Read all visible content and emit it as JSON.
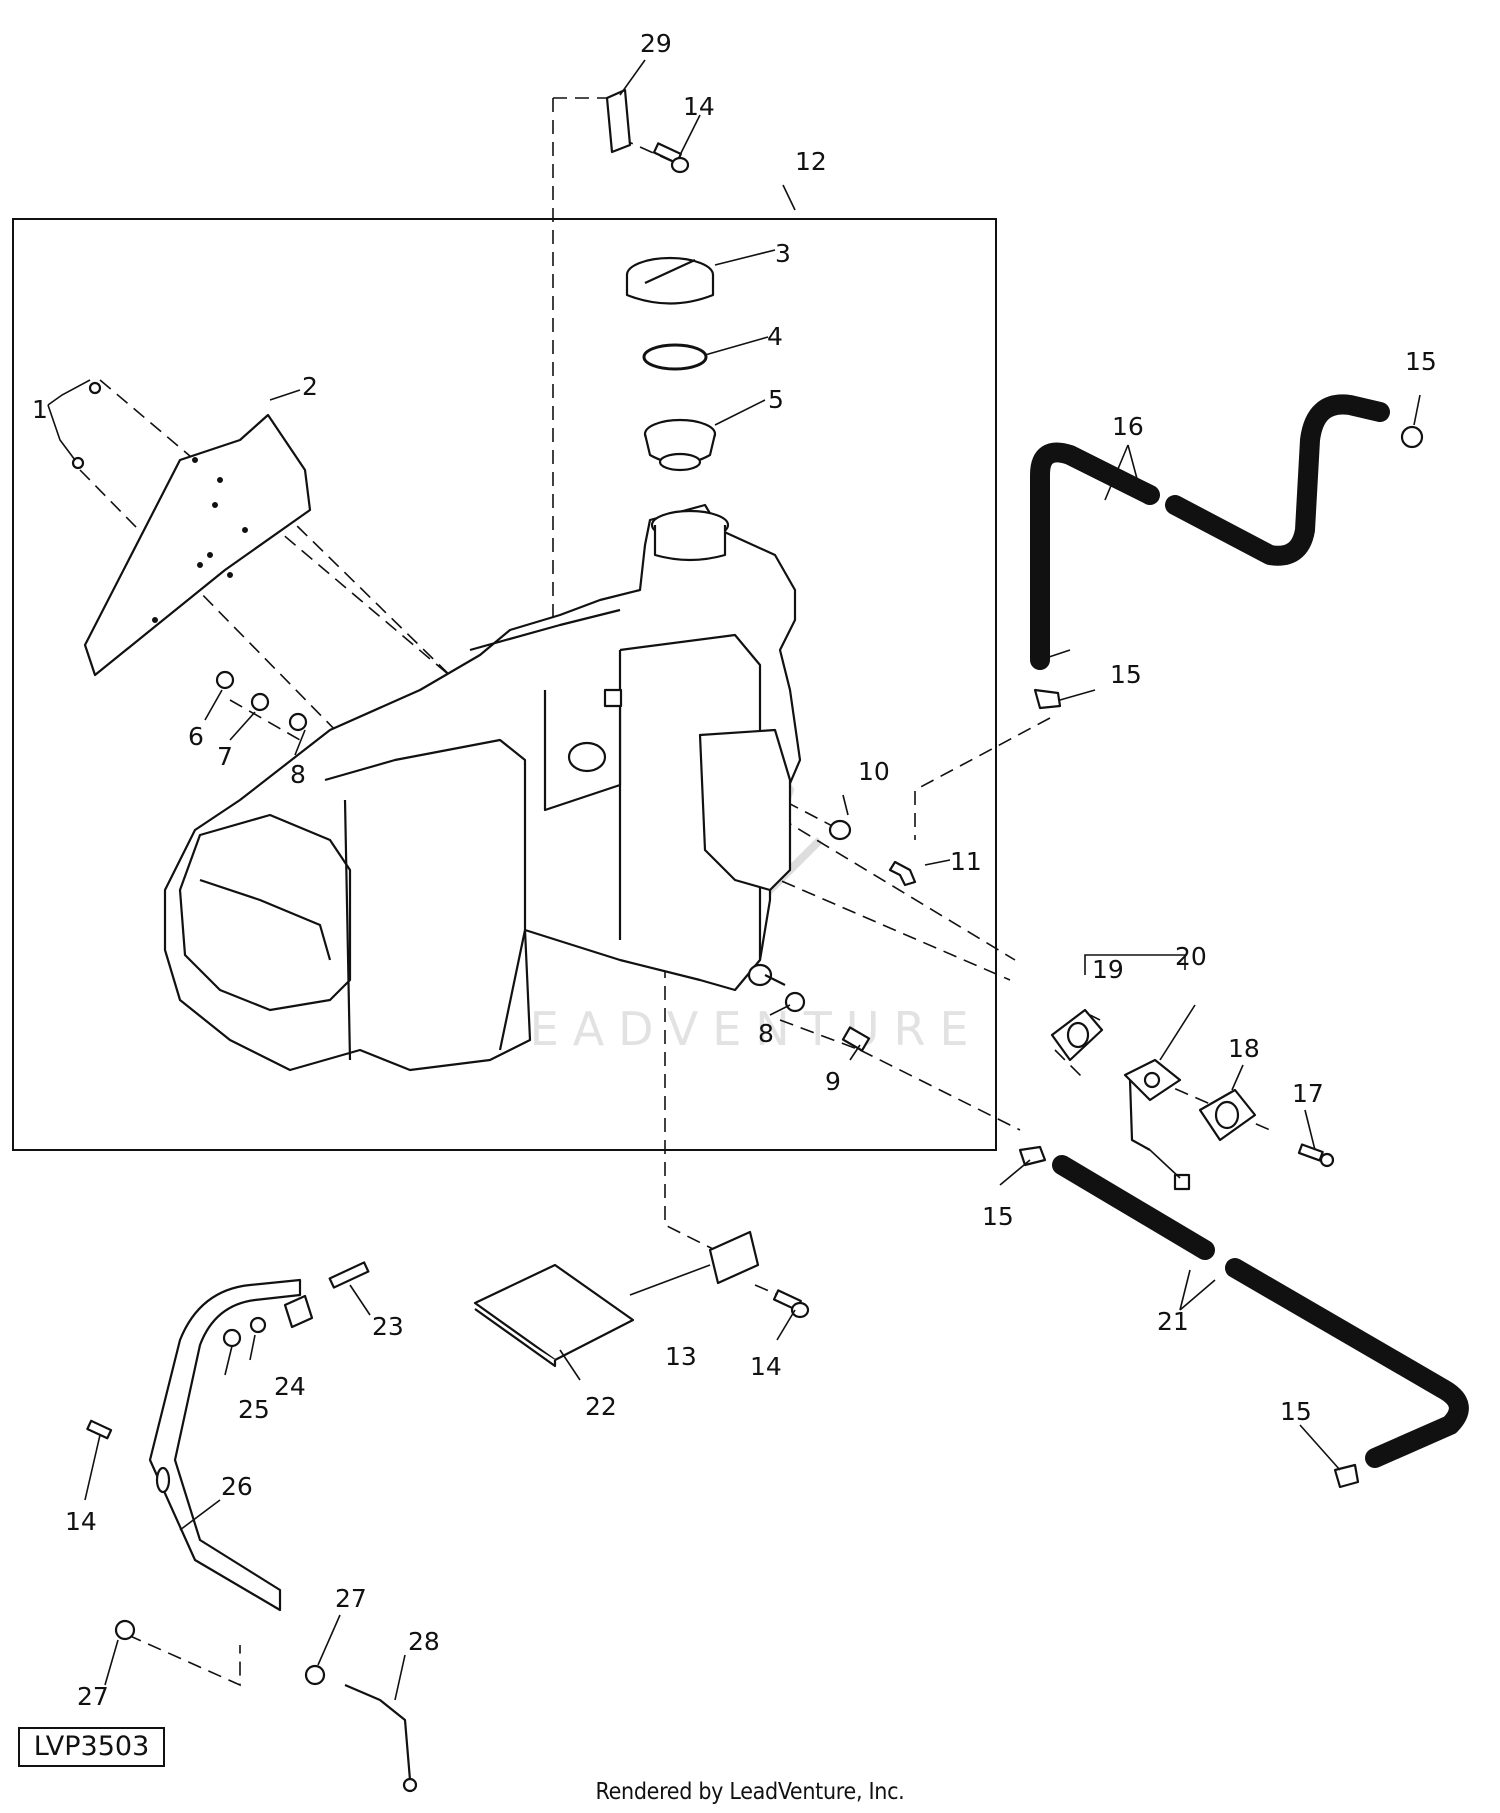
{
  "callouts": {
    "c1": "1",
    "c2": "2",
    "c3": "3",
    "c4": "4",
    "c5": "5",
    "c6": "6",
    "c7": "7",
    "c8a": "8",
    "c8b": "8",
    "c9": "9",
    "c10": "10",
    "c11": "11",
    "c12": "12",
    "c13": "13",
    "c14a": "14",
    "c14b": "14",
    "c14c": "14",
    "c15a": "15",
    "c15b": "15",
    "c15c": "15",
    "c15d": "15",
    "c16": "16",
    "c17": "17",
    "c18": "18",
    "c19": "19",
    "c20": "20",
    "c21": "21",
    "c22": "22",
    "c23": "23",
    "c24": "24",
    "c25": "25",
    "c26": "26",
    "c27a": "27",
    "c27b": "27",
    "c28": "28",
    "c29": "29"
  },
  "watermark": "LEADVENTURE",
  "drawing_id": "LVP3503",
  "footer": "Rendered by LeadVenture, Inc."
}
